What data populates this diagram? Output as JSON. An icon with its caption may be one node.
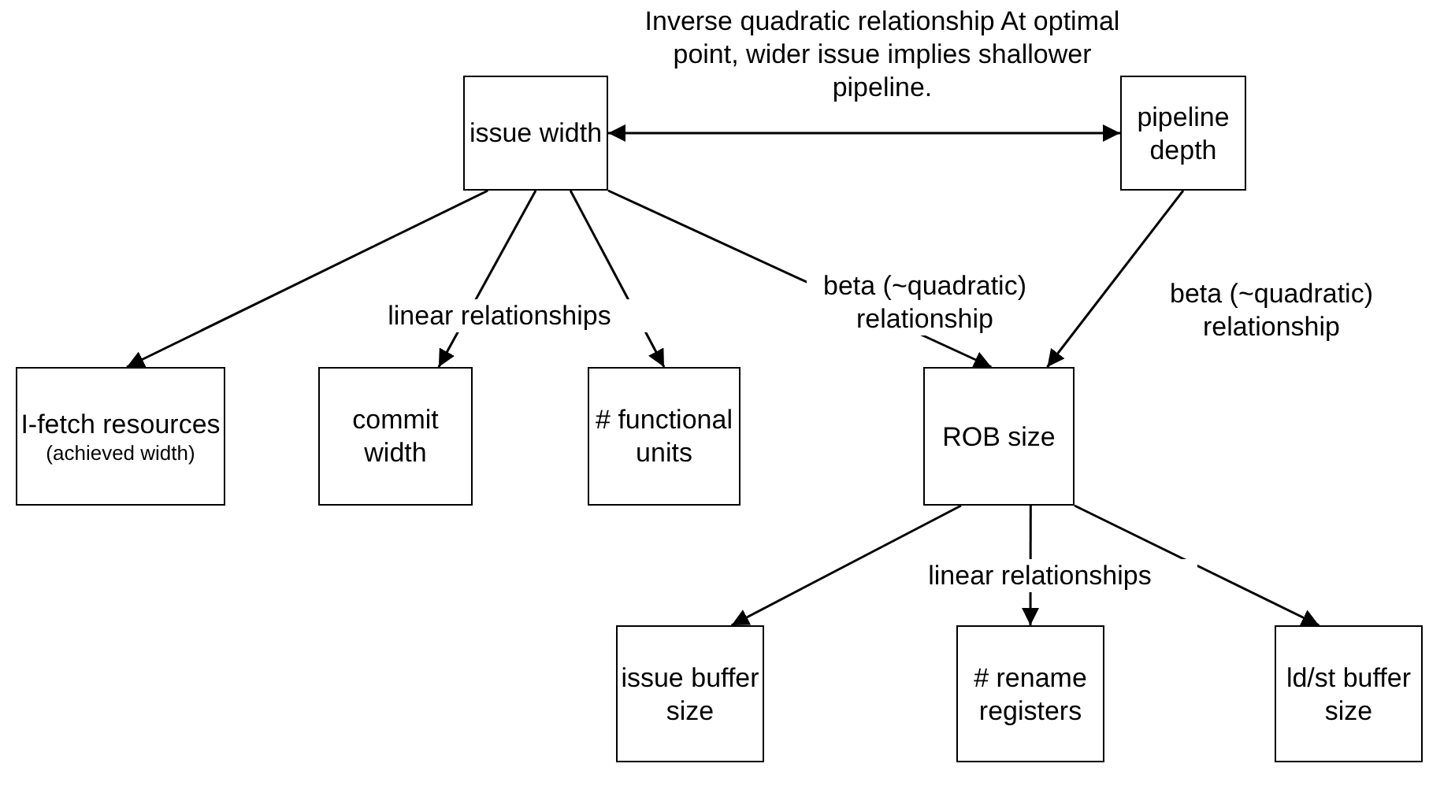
{
  "diagram": {
    "nodes": [
      {
        "text": [
          "issue width"
        ]
      },
      {
        "text": [
          "pipeline depth"
        ]
      },
      {
        "text": [
          "I-fetch resources",
          "(achieved width)"
        ]
      },
      {
        "text": [
          "commit width"
        ]
      },
      {
        "text": [
          "# functional units"
        ]
      },
      {
        "text": [
          "ROB size"
        ]
      },
      {
        "text": [
          "issue buffer size"
        ]
      },
      {
        "text": [
          "# rename registers"
        ]
      },
      {
        "text": [
          "ld/st buffer size"
        ]
      }
    ],
    "edges": [
      {
        "from": 0,
        "to": 1,
        "arrow": "both"
      },
      {
        "from": 0,
        "to": 2,
        "arrow": "to"
      },
      {
        "from": 0,
        "to": 3,
        "arrow": "to"
      },
      {
        "from": 0,
        "to": 4,
        "arrow": "to"
      },
      {
        "from": 0,
        "to": 5,
        "arrow": "to"
      },
      {
        "from": 1,
        "to": 5,
        "arrow": "to"
      },
      {
        "from": 5,
        "to": 6,
        "arrow": "to"
      },
      {
        "from": 5,
        "to": 7,
        "arrow": "to"
      },
      {
        "from": 5,
        "to": 8,
        "arrow": "to"
      }
    ],
    "labels": [
      "Inverse quadratic relationship At optimal point, wider issue implies shallower pipeline.",
      "linear relationships",
      "beta (~quadratic) relationship",
      "beta (~quadratic) relationship",
      "linear relationships"
    ]
  }
}
